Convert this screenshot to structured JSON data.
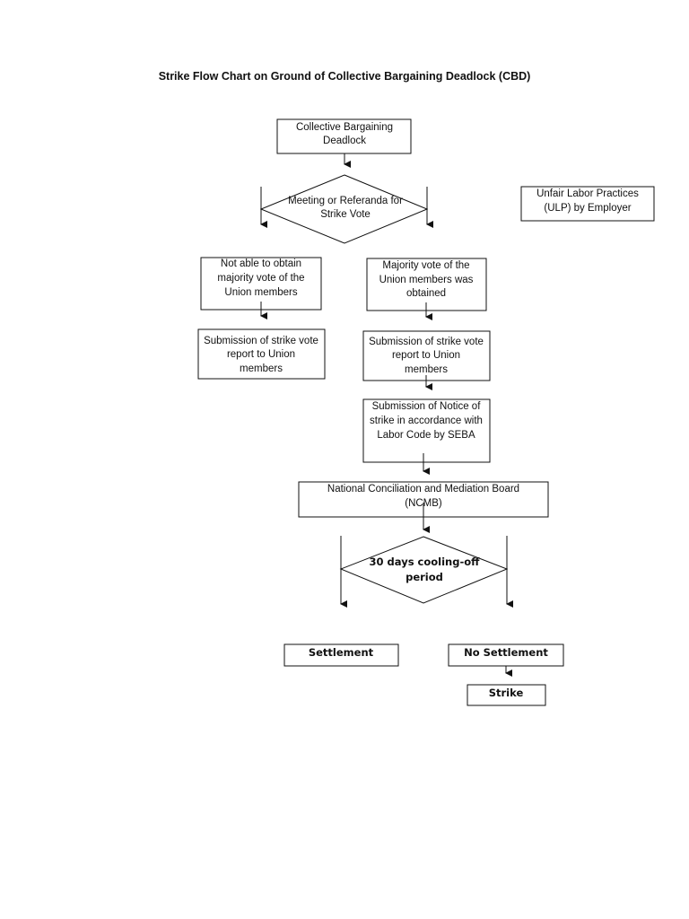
{
  "title": "Strike Flow Chart on Ground of Collective Bargaining Deadlock (CBD)",
  "nodes": {
    "cbd": [
      "Collective Bargaining",
      "Deadlock"
    ],
    "meeting": [
      "Meeting or Referanda for",
      "Strike Vote"
    ],
    "ulp": [
      "Unfair Labor Practices",
      "(ULP) by Employer"
    ],
    "not_able": [
      "Not able to obtain",
      "majority vote of the",
      "Union members"
    ],
    "majority": [
      "Majority vote of the",
      "Union members was",
      "obtained"
    ],
    "submission_left": [
      "Submission of strike vote",
      "report to Union",
      "members"
    ],
    "submission_right": [
      "Submission of strike vote",
      "report to Union",
      "members"
    ],
    "notice": [
      "Submission of Notice of",
      "strike in accordance with",
      "Labor Code by SEBA"
    ],
    "ncmb": [
      "National Conciliation and Mediation Board",
      "(NCMB)"
    ],
    "cooling": [
      "30 days cooling-off",
      "period"
    ],
    "settlement": "Settlement",
    "no_settlement": "No Settlement",
    "strike": "Strike"
  }
}
